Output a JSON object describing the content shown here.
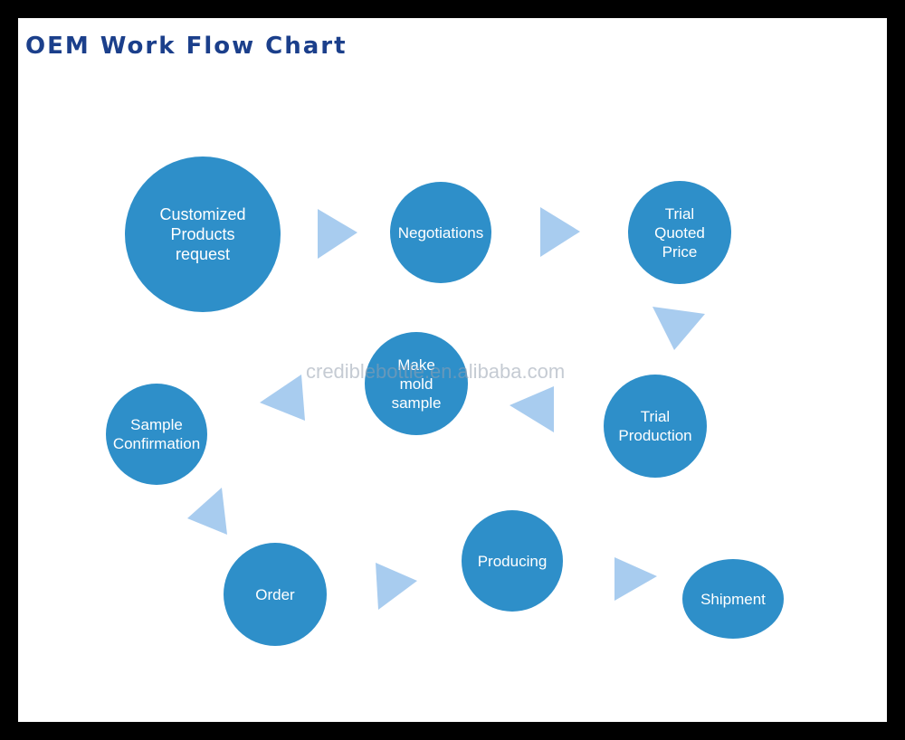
{
  "title": "OEM Work Flow Chart",
  "watermark": "crediblebottle.en.alibaba.com",
  "colors": {
    "node": "#2e8fc9",
    "arrow": "#a8ccef",
    "title": "#1b3f8b"
  },
  "nodes": [
    {
      "id": "customized",
      "lines": [
        "Customized",
        "Products",
        "request"
      ]
    },
    {
      "id": "negotiations",
      "lines": [
        "Negotiations"
      ]
    },
    {
      "id": "trial-quoted-price",
      "lines": [
        "Trial",
        "Quoted",
        "Price"
      ]
    },
    {
      "id": "trial-production",
      "lines": [
        "Trial",
        "Production"
      ]
    },
    {
      "id": "make-mold-sample",
      "lines": [
        "Make",
        "mold",
        "sample"
      ]
    },
    {
      "id": "sample-confirmation",
      "lines": [
        "Sample",
        "Confirmation"
      ]
    },
    {
      "id": "order",
      "lines": [
        "Order"
      ]
    },
    {
      "id": "producing",
      "lines": [
        "Producing"
      ]
    },
    {
      "id": "shipment",
      "lines": [
        "Shipment"
      ]
    }
  ],
  "edges": [
    {
      "from": "Customized Products request",
      "to": "Negotiations"
    },
    {
      "from": "Negotiations",
      "to": "Trial Quoted Price"
    },
    {
      "from": "Trial Quoted Price",
      "to": "Trial Production"
    },
    {
      "from": "Trial Production",
      "to": "Make mold sample"
    },
    {
      "from": "Make mold sample",
      "to": "Sample Confirmation"
    },
    {
      "from": "Sample Confirmation",
      "to": "Order"
    },
    {
      "from": "Order",
      "to": "Producing"
    },
    {
      "from": "Producing",
      "to": "Shipment"
    }
  ]
}
